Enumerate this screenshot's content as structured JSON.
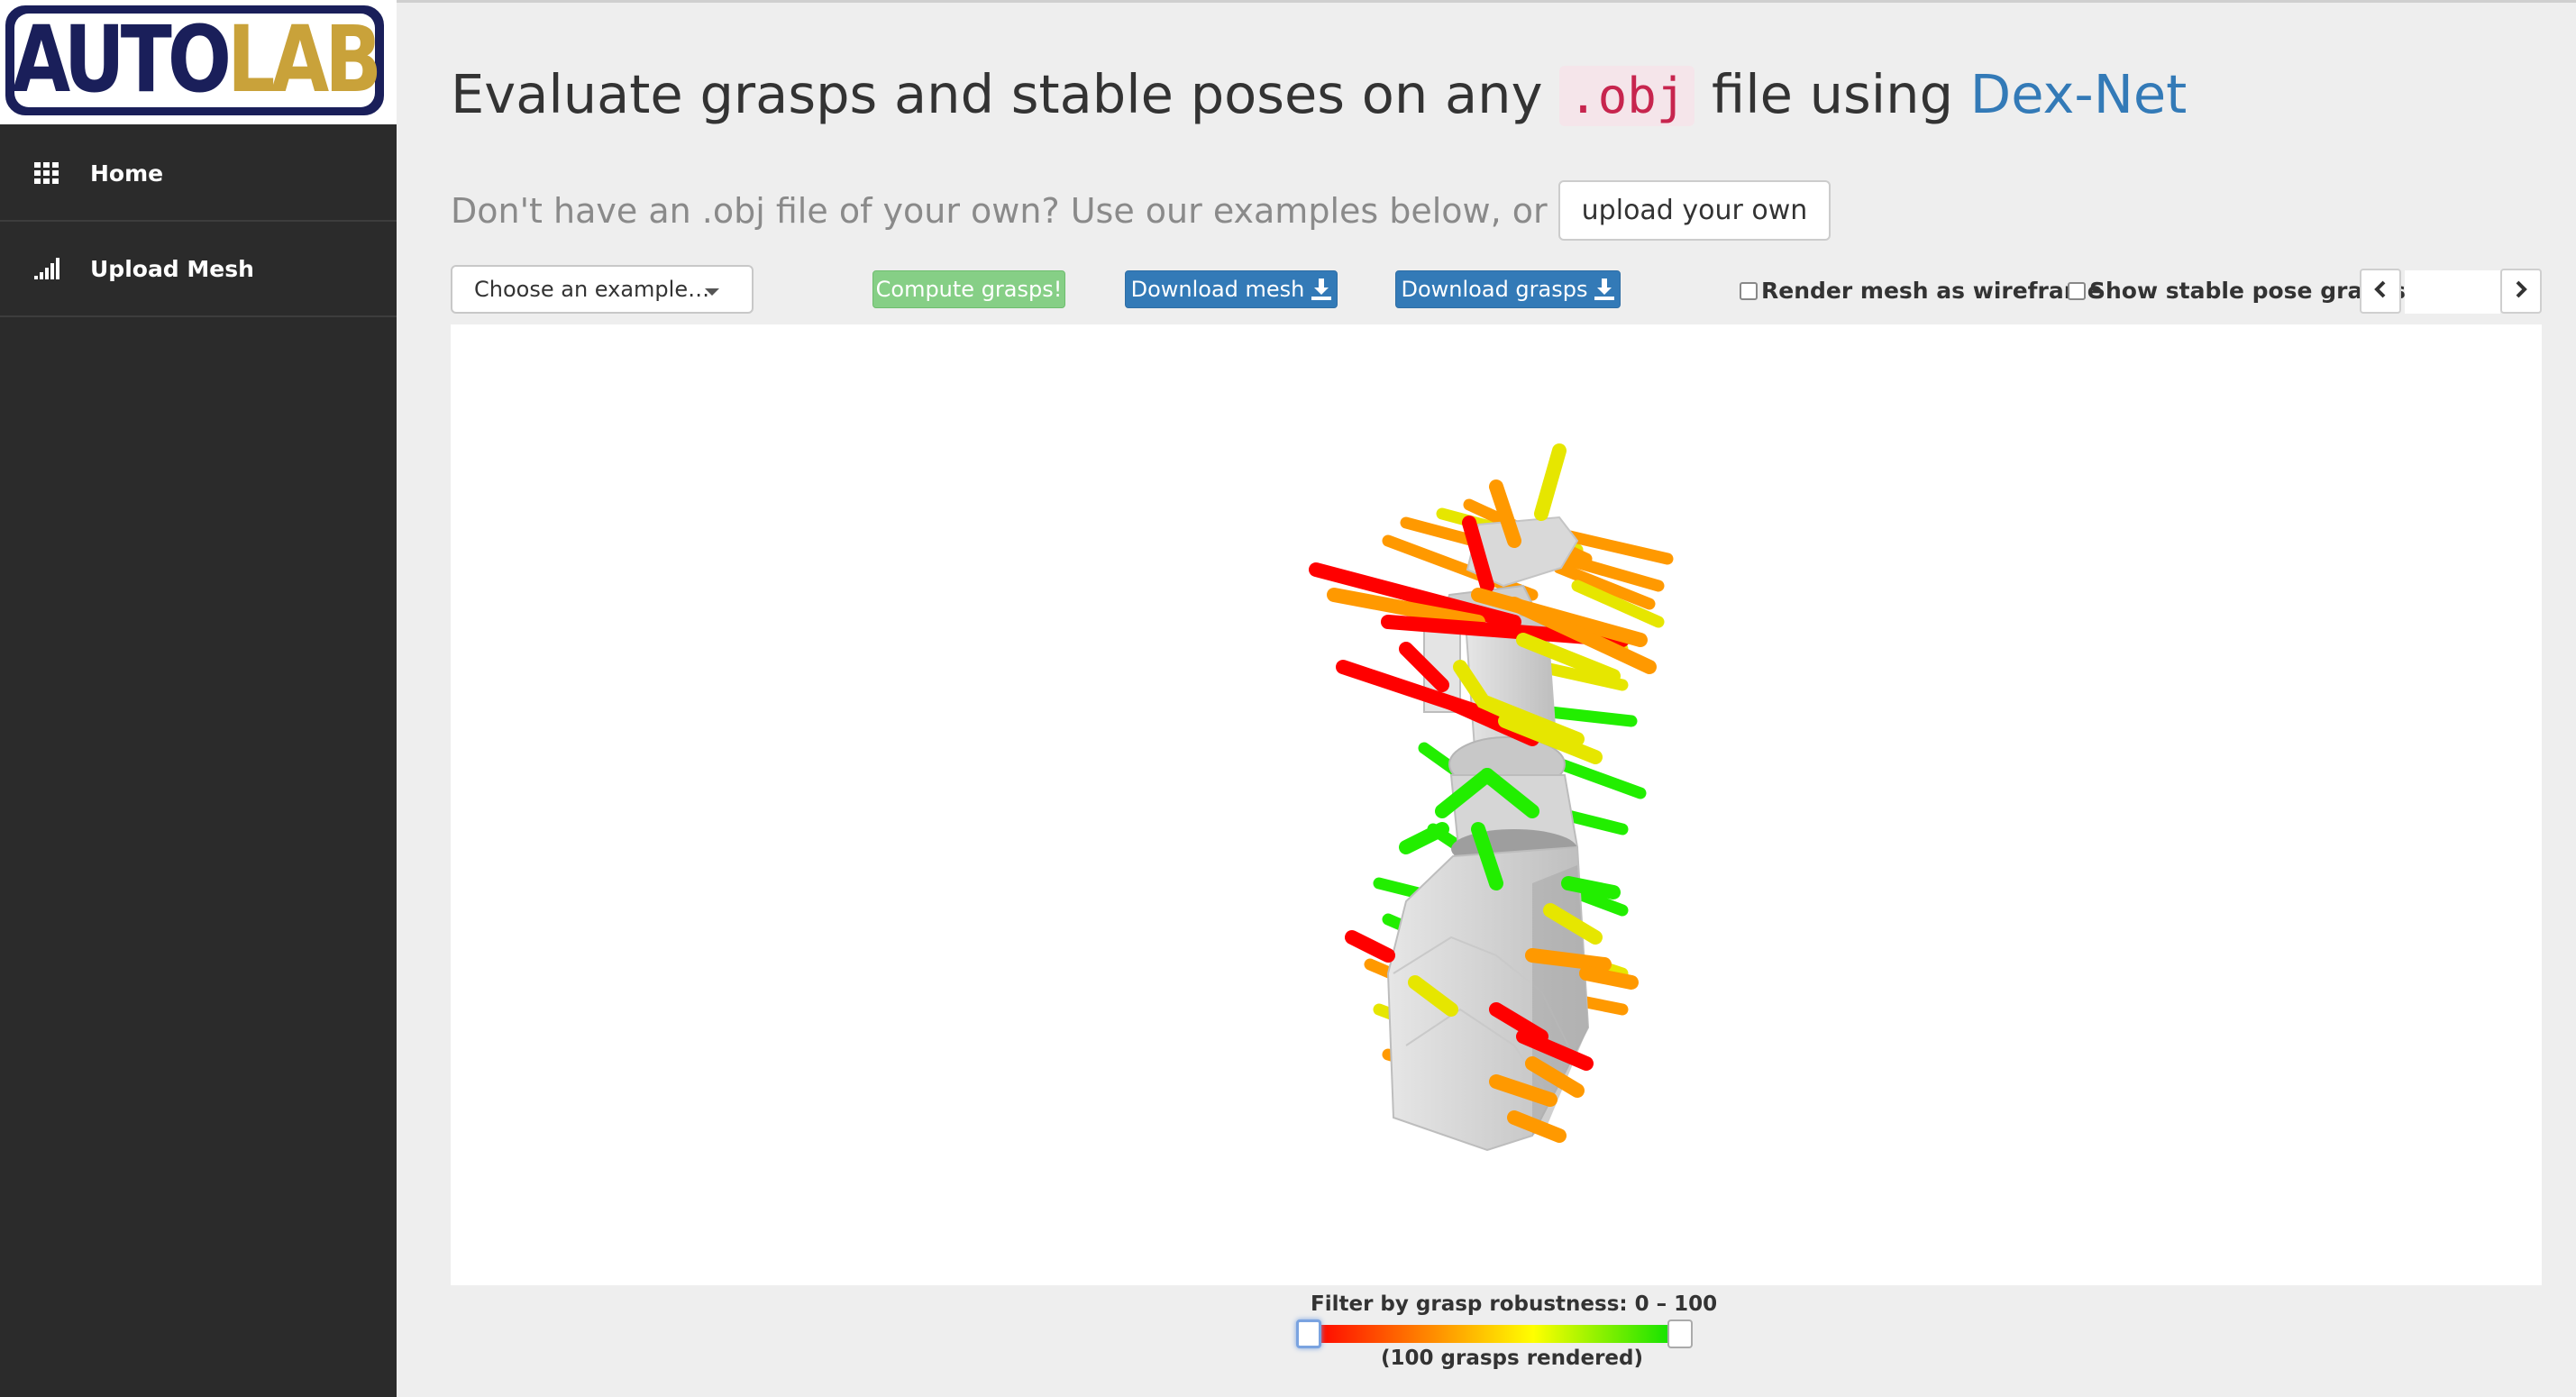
{
  "logo": {
    "part1": "AUTO",
    "part2": "LAB"
  },
  "sidebar": {
    "items": [
      {
        "label": "Home",
        "icon": "grid-icon"
      },
      {
        "label": "Upload Mesh",
        "icon": "signal-bars-icon"
      }
    ]
  },
  "header": {
    "prefix": "Evaluate grasps and stable poses on any ",
    "code": ".obj",
    "middle": " file using ",
    "link": "Dex-Net"
  },
  "subheader": {
    "text": "Don't have an .obj file of your own? Use our examples below, or",
    "upload_label": "upload your own"
  },
  "controls": {
    "example_select": "Choose an example…",
    "compute_label": "Compute grasps!",
    "download_mesh_label": "Download mesh",
    "download_grasps_label": "Download grasps",
    "wireframe_label": "Render mesh as wireframe",
    "stable_pose_label": "Show stable pose grasps",
    "pose_index": ""
  },
  "filter": {
    "label": "Filter by grasp robustness: 0 – 100",
    "min": 0,
    "max": 100,
    "rendered_text": "(100 grasps rendered)"
  },
  "colors": {
    "brand_navy": "#1a1f5a",
    "brand_gold": "#c9a23a",
    "primary_blue": "#337ab7",
    "success_green": "#86cf86",
    "grasp_red": "#ff0000",
    "grasp_orange": "#ff9900",
    "grasp_yellow": "#e6e600",
    "grasp_green": "#22ee00"
  }
}
